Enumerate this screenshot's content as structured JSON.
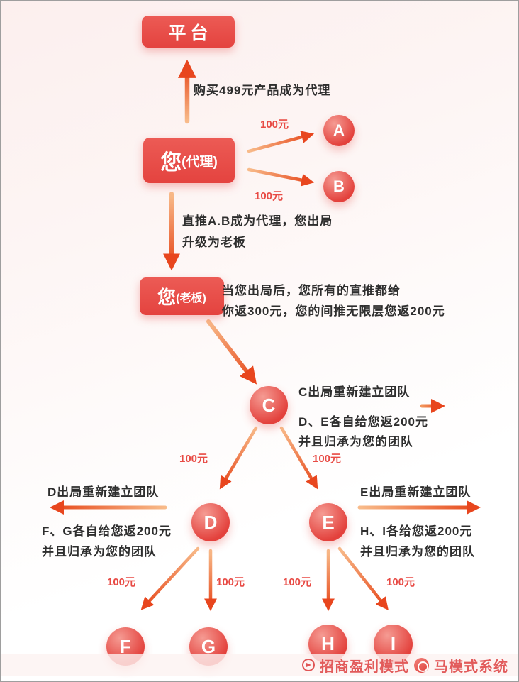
{
  "colors": {
    "node_red": "#e8504c",
    "circle_red": "#e5433f",
    "arrow_orange": "#e8491f",
    "fee_text": "#e84b45",
    "body_text": "#2e2e2e",
    "watermark_text": "#e25b5b"
  },
  "nodes": {
    "platform": "平台",
    "agent_main": "您",
    "agent_sub": "(代理)",
    "boss_main": "您",
    "boss_sub": "(老板)",
    "a": "A",
    "b": "B",
    "c": "C",
    "d": "D",
    "e": "E",
    "f": "F",
    "g": "G",
    "h": "H",
    "i": "I"
  },
  "fee": "100元",
  "annotations": {
    "buy": "购买499元产品成为代理",
    "promote_line1": "直推A.B成为代理，您出局",
    "promote_line2": "升级为老板",
    "boss_line1": "当您出局后，您所有的直推都给",
    "boss_line2": "你返300元，您的间推无限层您返200元",
    "c_title": "C出局重新建立团队",
    "c_line1": "D、E各自给您返200元",
    "c_line2": "并且归承为您的团队",
    "d_title": "D出局重新建立团队",
    "d_line1": "F、G各自给您返200元",
    "d_line2": "并且归承为您的团队",
    "e_title": "E出局重新建立团队",
    "e_line1": "H、I各给您返200元",
    "e_line2": "并且归承为您的团队"
  },
  "watermark": {
    "left": "招商盈利模式",
    "right": "马模式系统",
    "icon": "megaphone-icon",
    "logo": "brand-badge-icon"
  }
}
